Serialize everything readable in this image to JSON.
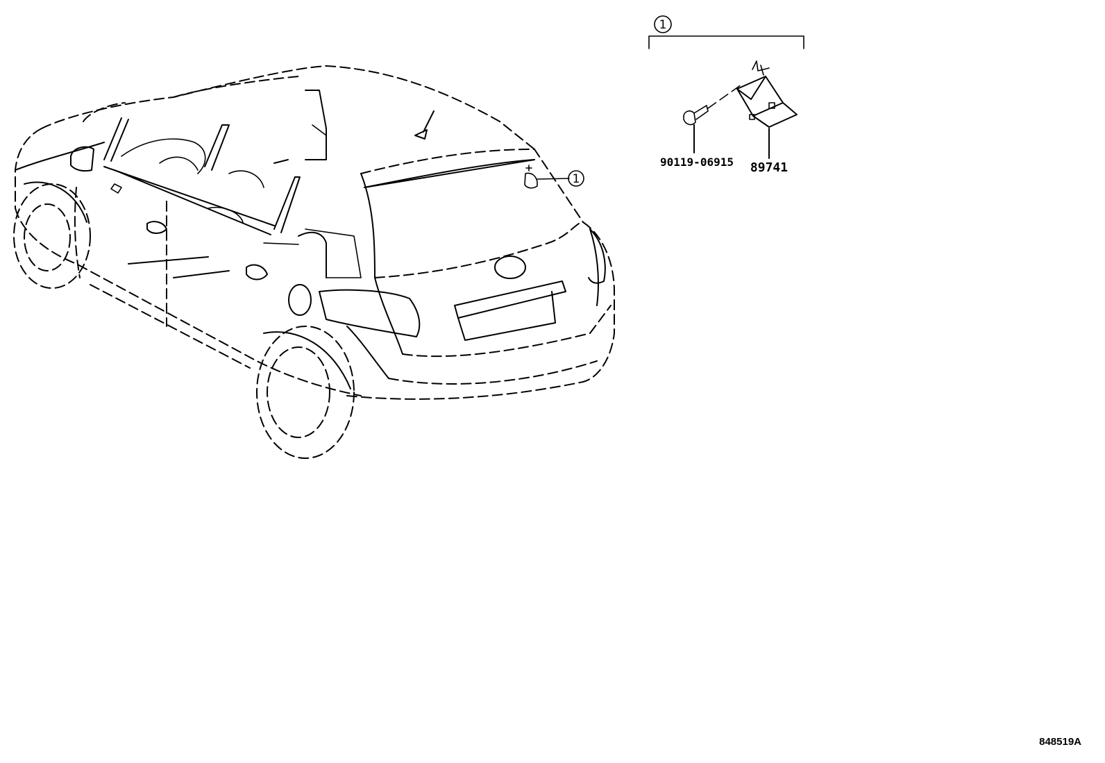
{
  "diagram": {
    "callout_ref": "1",
    "bracket_ref": "1",
    "parts": [
      {
        "number": "90119-06915",
        "icon": "bolt-icon"
      },
      {
        "number": "89741",
        "icon": "control-module-icon"
      }
    ],
    "illustration_code": "848519A"
  }
}
